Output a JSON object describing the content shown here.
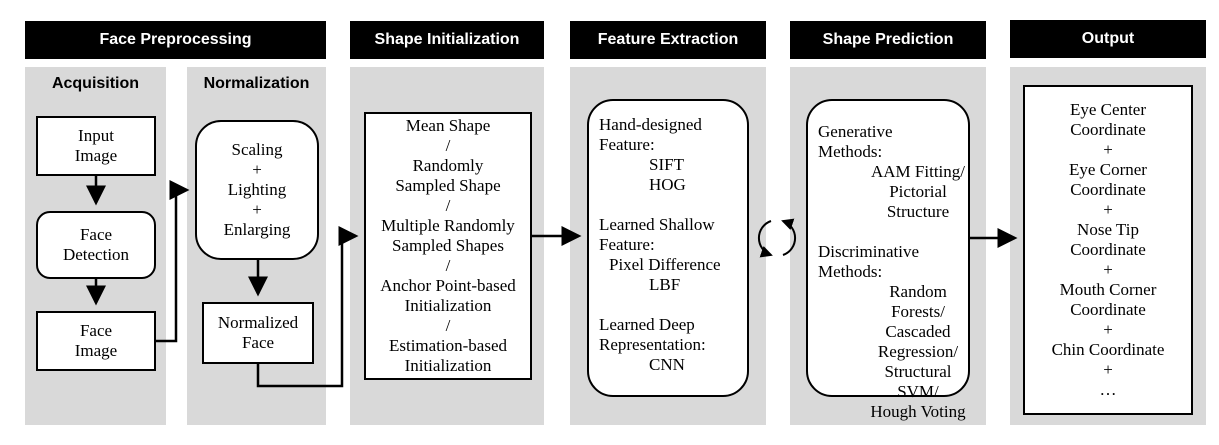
{
  "headers": {
    "preprocessing": "Face Preprocessing",
    "initialization": "Shape Initialization",
    "extraction": "Feature Extraction",
    "prediction": "Shape Prediction",
    "output": "Output"
  },
  "preprocessing": {
    "acquisition_label": "Acquisition",
    "normalization_label": "Normalization",
    "input_image": [
      "Input",
      "Image"
    ],
    "face_detection": [
      "Face",
      "Detection"
    ],
    "face_image": [
      "Face",
      "Image"
    ],
    "normalize_ops": [
      "Scaling",
      "+",
      "Lighting",
      "+",
      "Enlarging"
    ],
    "normalized_face": [
      "Normalized",
      "Face"
    ]
  },
  "initialization": {
    "lines": [
      "Mean Shape",
      "/",
      "Randomly",
      "Sampled Shape",
      "/",
      "Multiple Randomly",
      "Sampled Shapes",
      "/",
      "Anchor Point-based",
      "Initialization",
      "/",
      "Estimation-based",
      "Initialization"
    ]
  },
  "extraction": {
    "hand_title": [
      "Hand-designed",
      "Feature:"
    ],
    "hand_items": [
      "SIFT",
      "HOG"
    ],
    "shallow_title": [
      "Learned Shallow",
      "Feature:"
    ],
    "shallow_items": [
      "Pixel Difference",
      "LBF"
    ],
    "deep_title": [
      "Learned Deep",
      "Representation:"
    ],
    "deep_items": [
      "CNN"
    ]
  },
  "prediction": {
    "gen_title": [
      "Generative",
      "Methods:"
    ],
    "gen_items": [
      "AAM Fitting/",
      "Pictorial Structure"
    ],
    "disc_title": [
      "Discriminative",
      "Methods:"
    ],
    "disc_items": [
      "Random Forests/",
      "Cascaded",
      "Regression/",
      "Structural SVM/",
      "Hough Voting"
    ]
  },
  "output": {
    "lines": [
      "Eye Center",
      "Coordinate",
      "+",
      "Eye Corner",
      "Coordinate",
      "+",
      "Nose Tip",
      "Coordinate",
      "+",
      "Mouth Corner",
      "Coordinate",
      "+",
      "Chin Coordinate",
      "+",
      "…"
    ]
  }
}
